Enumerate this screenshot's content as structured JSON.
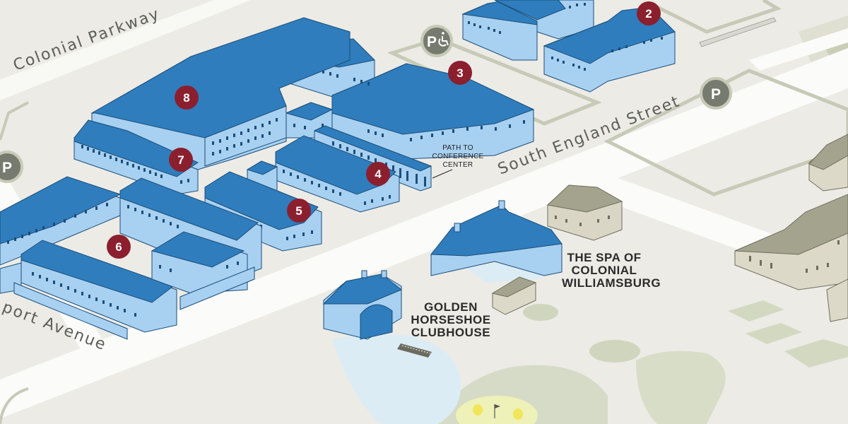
{
  "streets": {
    "colonial_parkway": "Colonial Parkway",
    "south_england_street": "South England Street",
    "newport_avenue": "port Avenue"
  },
  "places": {
    "spa_line1": "THE SPA OF",
    "spa_line2": "COLONIAL",
    "spa_line3": "WILLIAMSBURG",
    "clubhouse_line1": "GOLDEN",
    "clubhouse_line2": "HORSESHOE",
    "clubhouse_line3": "CLUBHOUSE",
    "path_line1": "PATH TO",
    "path_line2": "CONFERENCE",
    "path_line3": "CENTER"
  },
  "markers": {
    "m2": "2",
    "m3": "3",
    "m4": "4",
    "m5": "5",
    "m6": "6",
    "m7": "7",
    "m8": "8"
  },
  "parking": {
    "label": "P"
  },
  "colors": {
    "background": "#ecebe6",
    "road": "#fbfbf9",
    "building_roof": "#2f7dbc",
    "building_wall": "#a8d0f1",
    "marker": "#8b1f2e",
    "parking_badge": "#777a6e",
    "outline_gray": "#c6cab6",
    "other_building": "#a3a38e",
    "water": "#deedf6",
    "green": "#d3d9c4"
  },
  "icons": {
    "parking": "parking-icon",
    "accessible_parking": "accessible-parking-icon",
    "flag": "golf-flag-icon"
  }
}
